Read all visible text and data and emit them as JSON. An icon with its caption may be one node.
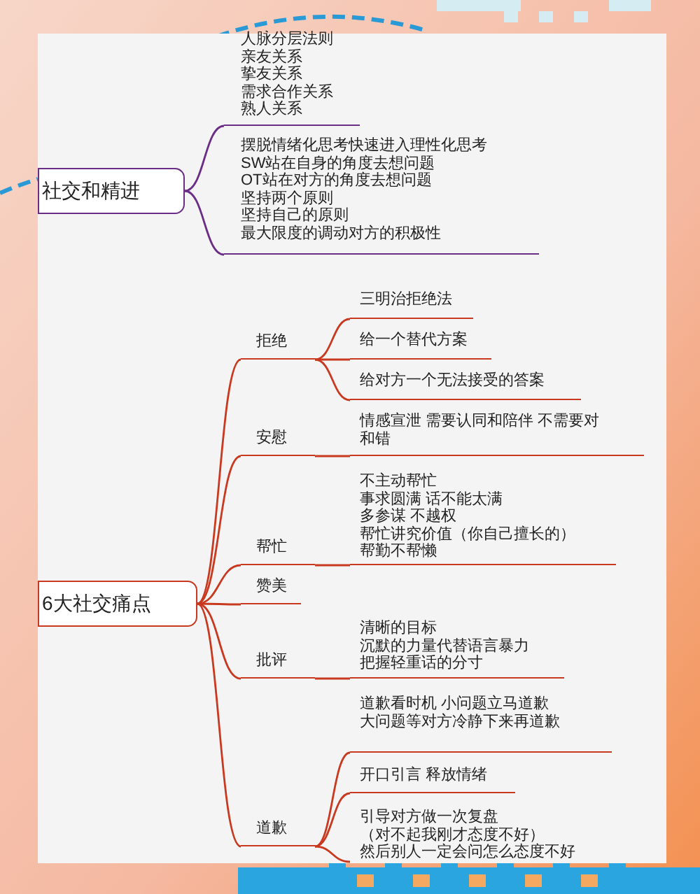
{
  "diagram": {
    "nodes": [
      {
        "text": [
          "社交和精进"
        ]
      },
      {
        "text": [
          "人脉分层法则",
          "亲友关系",
          "挚友关系",
          "需求合作关系",
          "熟人关系"
        ]
      },
      {
        "text": [
          "摆脱情绪化思考快速进入理性化思考",
          "SW站在自身的角度去想问题",
          "OT站在对方的角度去想问题",
          "坚持两个原则",
          "坚持自己的原则",
          "最大限度的调动对方的积极性"
        ]
      },
      {
        "text": [
          "6大社交痛点"
        ]
      },
      {
        "text": [
          "拒绝"
        ]
      },
      {
        "text": [
          "三明治拒绝法"
        ]
      },
      {
        "text": [
          "给一个替代方案"
        ]
      },
      {
        "text": [
          "给对方一个无法接受的答案"
        ]
      },
      {
        "text": [
          "安慰"
        ]
      },
      {
        "text": [
          "情感宣泄 需要认同和陪伴 不需要对和错"
        ]
      },
      {
        "text": [
          "帮忙"
        ]
      },
      {
        "text": [
          "不主动帮忙",
          "事求圆满 话不能太满",
          "多参谋 不越权",
          "帮忙讲究价值（你自己擅长的）",
          "帮勤不帮懒"
        ]
      },
      {
        "text": [
          "赞美"
        ]
      },
      {
        "text": [
          "批评"
        ]
      },
      {
        "text": [
          "清晰的目标",
          "沉默的力量代替语言暴力",
          "把握轻重话的分寸"
        ]
      },
      {
        "text": [
          "道歉"
        ]
      },
      {
        "text": [
          "道歉看时机  小问题立马道歉",
          "大问题等对方冷静下来再道歉"
        ]
      },
      {
        "text": [
          "开口引言 释放情绪"
        ]
      },
      {
        "text": [
          "引导对方做一次复盘",
          "（对不起我刚才态度不好）",
          "然后别人一定会问怎么态度不好"
        ]
      }
    ],
    "edges": [
      {
        "from": 0,
        "to": 1,
        "arrow": "none",
        "color": "#6b2d86"
      },
      {
        "from": 0,
        "to": 2,
        "arrow": "none",
        "color": "#6b2d86"
      },
      {
        "from": 3,
        "to": 4,
        "arrow": "none"
      },
      {
        "from": 3,
        "to": 8,
        "arrow": "none"
      },
      {
        "from": 3,
        "to": 10,
        "arrow": "none"
      },
      {
        "from": 3,
        "to": 12,
        "arrow": "none"
      },
      {
        "from": 3,
        "to": 13,
        "arrow": "none"
      },
      {
        "from": 3,
        "to": 15,
        "arrow": "none"
      },
      {
        "from": 4,
        "to": 5,
        "arrow": "none"
      },
      {
        "from": 4,
        "to": 6,
        "arrow": "none"
      },
      {
        "from": 4,
        "to": 7,
        "arrow": "none"
      },
      {
        "from": 8,
        "to": 9,
        "arrow": "none"
      },
      {
        "from": 10,
        "to": 11,
        "arrow": "none"
      },
      {
        "from": 13,
        "to": 14,
        "arrow": "none"
      },
      {
        "from": 15,
        "to": 16,
        "arrow": "none"
      },
      {
        "from": 15,
        "to": 17,
        "arrow": "none"
      },
      {
        "from": 15,
        "to": 18,
        "arrow": "none"
      }
    ]
  }
}
